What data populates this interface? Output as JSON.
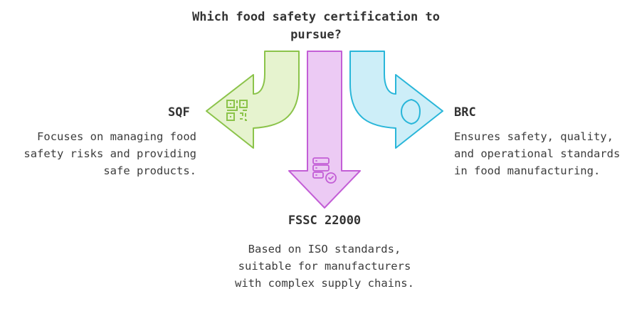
{
  "title": "Which food safety certification to pursue?",
  "options": {
    "sqf": {
      "label": "SQF",
      "description": "Focuses on managing food safety risks and providing safe products.",
      "icon": "qr-code-icon",
      "color": "#8bc34a"
    },
    "fssc": {
      "label": "FSSC 22000",
      "description": "Based on ISO standards, suitable for manufacturers with complex supply chains.",
      "icon": "server-check-icon",
      "color": "#c35ed6"
    },
    "brc": {
      "label": "BRC",
      "description": "Ensures safety, quality, and operational standards in food manufacturing.",
      "icon": "shield-circle-icon",
      "color": "#29b6d9"
    }
  }
}
